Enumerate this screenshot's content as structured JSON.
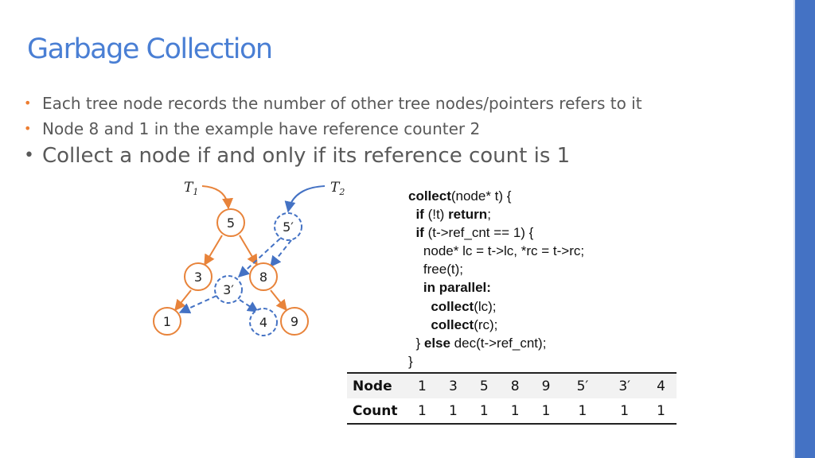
{
  "slide": {
    "title": "Garbage Collection",
    "bullets": [
      "Each tree node records the number of other tree nodes/pointers refers to it",
      "Node 8 and 1 in the example have reference counter 2",
      "Collect a node if and only if its reference count is 1"
    ]
  },
  "diagram": {
    "pointer_labels": [
      {
        "letter": "T",
        "subscript": "1"
      },
      {
        "letter": "T",
        "subscript": "2"
      }
    ],
    "original_nodes": [
      "5",
      "3",
      "8",
      "1",
      "9"
    ],
    "copied_nodes": [
      "5′",
      "3′",
      "4"
    ],
    "colors": {
      "original": "#e8833a",
      "copied": "#4472c4"
    }
  },
  "code": {
    "fn_name": "collect",
    "signature": "(node* t) {",
    "kw_if": "if",
    "cond_null": " (!t) ",
    "kw_return": "return",
    "semicolon": ";",
    "cond_refcnt": " (t->ref_cnt == 1) {",
    "decl_line": "node* lc = t->lc, *rc = t->rc;",
    "free_line": "free(t);",
    "kw_parallel": "in parallel:",
    "arg_lc": "(lc);",
    "arg_rc": "(rc);",
    "else_open": "} ",
    "kw_else": "else",
    "else_body": " dec(t->ref_cnt);",
    "close_brace": "}"
  },
  "table": {
    "row_node_header": "Node",
    "row_count_header": "Count",
    "nodes": [
      "1",
      "3",
      "5",
      "8",
      "9",
      "5′",
      "3′",
      "4"
    ],
    "counts": [
      "1",
      "1",
      "1",
      "1",
      "1",
      "1",
      "1",
      "1"
    ]
  }
}
